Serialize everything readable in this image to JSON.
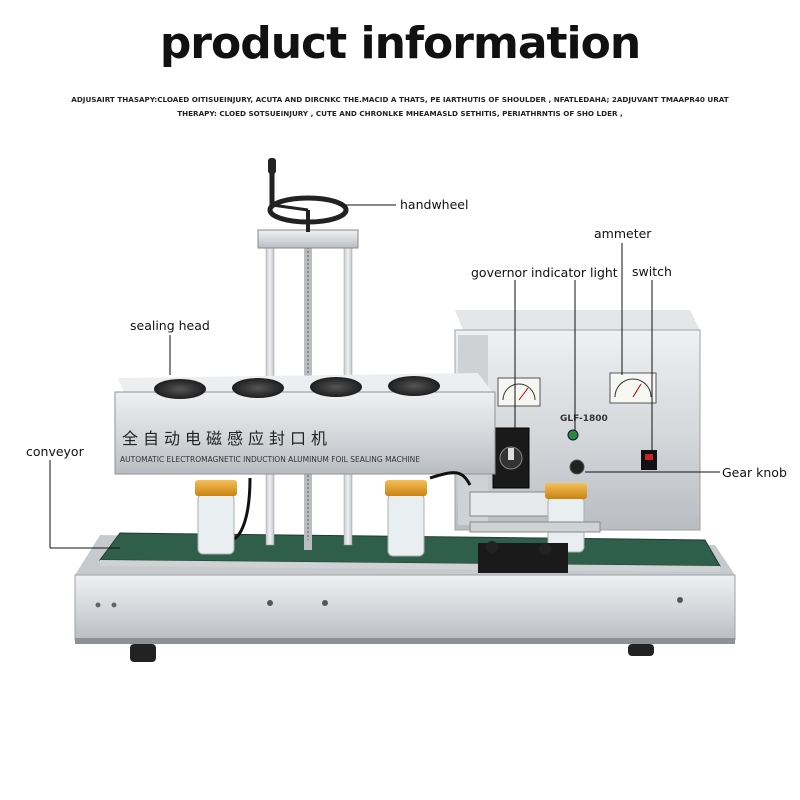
{
  "header": {
    "title": "product information",
    "subtitle": "ADJUSAIRT THASAPY:CLOAED OITISUEINJURY, ACUTA AND DIRCNKC THE.MACID A THATS, PE IARTHUTIS OF SHOULDER , NFATLEDAHA; 2ADJUVANT TMAAPR40 URAT THERAPY: CLOED SOTSUEINJURY , CUTE AND CHRONLKE MHEAMASLD SETHITIS, PERIATHRNTIS OF SHO LDER ,"
  },
  "callouts": {
    "handwheel": "handwheel",
    "ammeter": "ammeter",
    "governor": "governor",
    "indicator_light": "indicator light",
    "switch": "switch",
    "sealing_head": "sealing head",
    "conveyor": "conveyor",
    "gear_knob": "Gear knob"
  },
  "machine": {
    "chinese_label": "全自动电磁感应封口机",
    "english_label": "AUTOMATIC ELECTROMAGNETIC INDUCTION ALUMINUM FOIL SEALING MACHINE",
    "model": "GLF-1800"
  },
  "colors": {
    "steel": "#d9dbde",
    "steel_dark": "#a9adb2",
    "belt": "#2f5e4a",
    "cap": "#e9a12a",
    "knob_panel": "#1a1a1a"
  },
  "icons": [
    "fan-icon",
    "meter-icon",
    "knob-icon",
    "switch-icon",
    "indicator-light-icon",
    "handwheel-icon"
  ]
}
